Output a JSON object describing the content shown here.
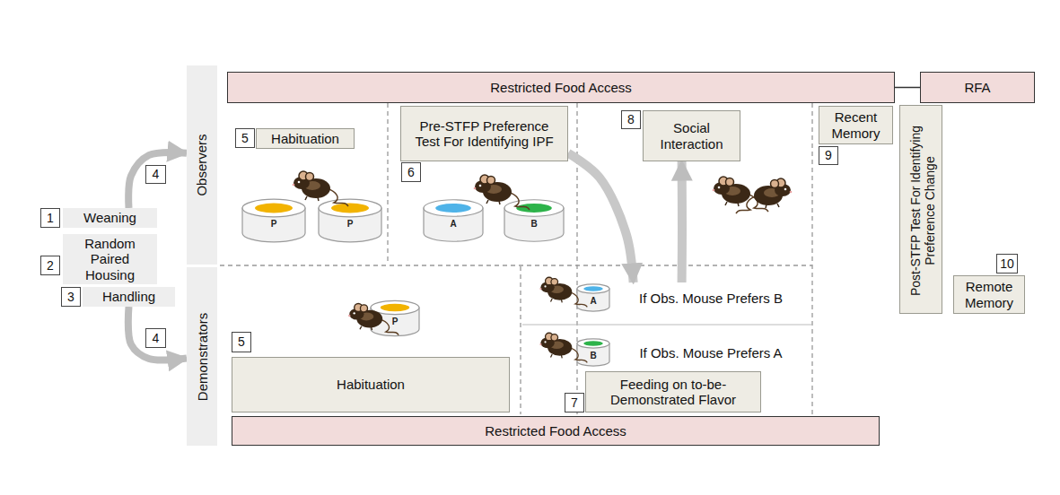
{
  "diagram": {
    "nodes": [
      {
        "text": [
          "Restricted Food Access"
        ]
      },
      {
        "text": [
          "RFA"
        ]
      },
      {
        "text": [
          "Observers"
        ]
      },
      {
        "text": [
          "5"
        ]
      },
      {
        "text": [
          "Habituation"
        ]
      },
      {
        "text": [
          "Pre-STFP Preference Test For Identifying IPF"
        ]
      },
      {
        "text": [
          "6"
        ]
      },
      {
        "text": [
          "8"
        ]
      },
      {
        "text": [
          "Social Interaction"
        ]
      },
      {
        "text": [
          "Recent Memory"
        ]
      },
      {
        "text": [
          "9"
        ]
      },
      {
        "text": [
          "Post-STFP Test For Identifying Preference Change"
        ]
      },
      {
        "text": [
          "10"
        ]
      },
      {
        "text": [
          "Remote Memory"
        ]
      },
      {
        "text": [
          "1"
        ]
      },
      {
        "text": [
          "Weaning"
        ]
      },
      {
        "text": [
          "2"
        ]
      },
      {
        "text": [
          "Random Paired Housing"
        ]
      },
      {
        "text": [
          "3"
        ]
      },
      {
        "text": [
          "Handling"
        ]
      },
      {
        "text": [
          "4"
        ]
      },
      {
        "text": [
          "4"
        ]
      },
      {
        "text": [
          "Demonstrators"
        ]
      },
      {
        "text": [
          "5"
        ]
      },
      {
        "text": [
          "Habituation"
        ]
      },
      {
        "text": [
          "If Obs. Mouse Prefers B"
        ]
      },
      {
        "text": [
          "If Obs. Mouse Prefers A"
        ]
      },
      {
        "text": [
          "7"
        ]
      },
      {
        "text": [
          "Feeding on to-be-Demonstrated Flavor"
        ]
      },
      {
        "text": [
          "Restricted Food Access"
        ]
      }
    ],
    "edges": [
      {
        "from": 0,
        "to": 1,
        "arrow": "none"
      },
      {
        "from": 15,
        "to": 2,
        "arrow": "to"
      },
      {
        "from": 19,
        "to": 22,
        "arrow": "to"
      },
      {
        "from": 5,
        "to": 25,
        "arrow": "to"
      },
      {
        "from": 25,
        "to": 8,
        "arrow": "to"
      }
    ],
    "labels": [
      "P",
      "P",
      "A",
      "B",
      "P",
      "A",
      "B"
    ]
  }
}
